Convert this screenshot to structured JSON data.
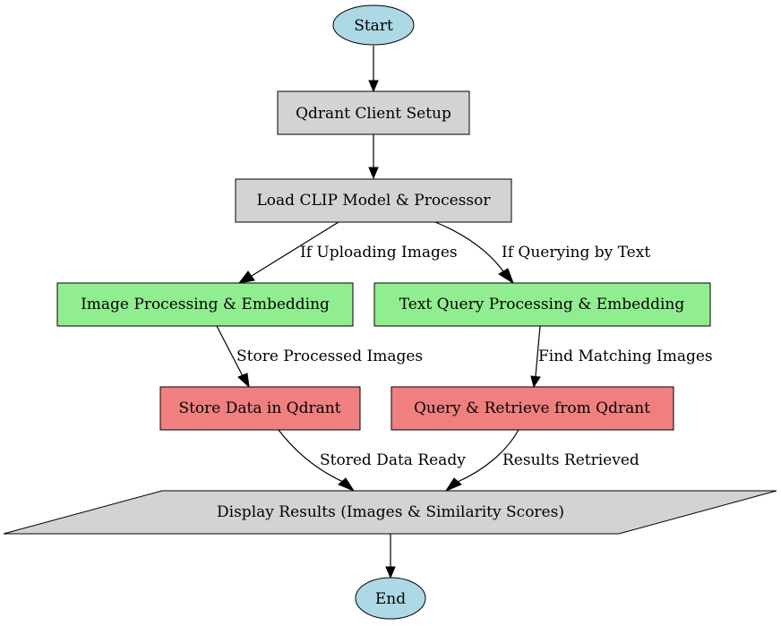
{
  "colors": {
    "terminal": "#add8e6",
    "setup": "#d3d3d3",
    "processing": "#90ee90",
    "storage": "#f08080",
    "output": "#d3d3d3"
  },
  "nodes": {
    "start": "Start",
    "client_setup": "Qdrant Client Setup",
    "load_model": "Load CLIP Model & Processor",
    "image_processing": "Image Processing & Embedding",
    "text_query": "Text Query Processing & Embedding",
    "store_data": "Store Data in Qdrant",
    "query_retrieve": "Query & Retrieve from Qdrant",
    "display_results": "Display Results (Images & Similarity Scores)",
    "end": "End"
  },
  "edges": {
    "if_uploading": "If Uploading Images",
    "if_querying": "If Querying by Text",
    "store_processed": "Store Processed Images",
    "find_matching": "Find Matching Images",
    "stored_ready": "Stored Data Ready",
    "results_retrieved": "Results Retrieved"
  }
}
